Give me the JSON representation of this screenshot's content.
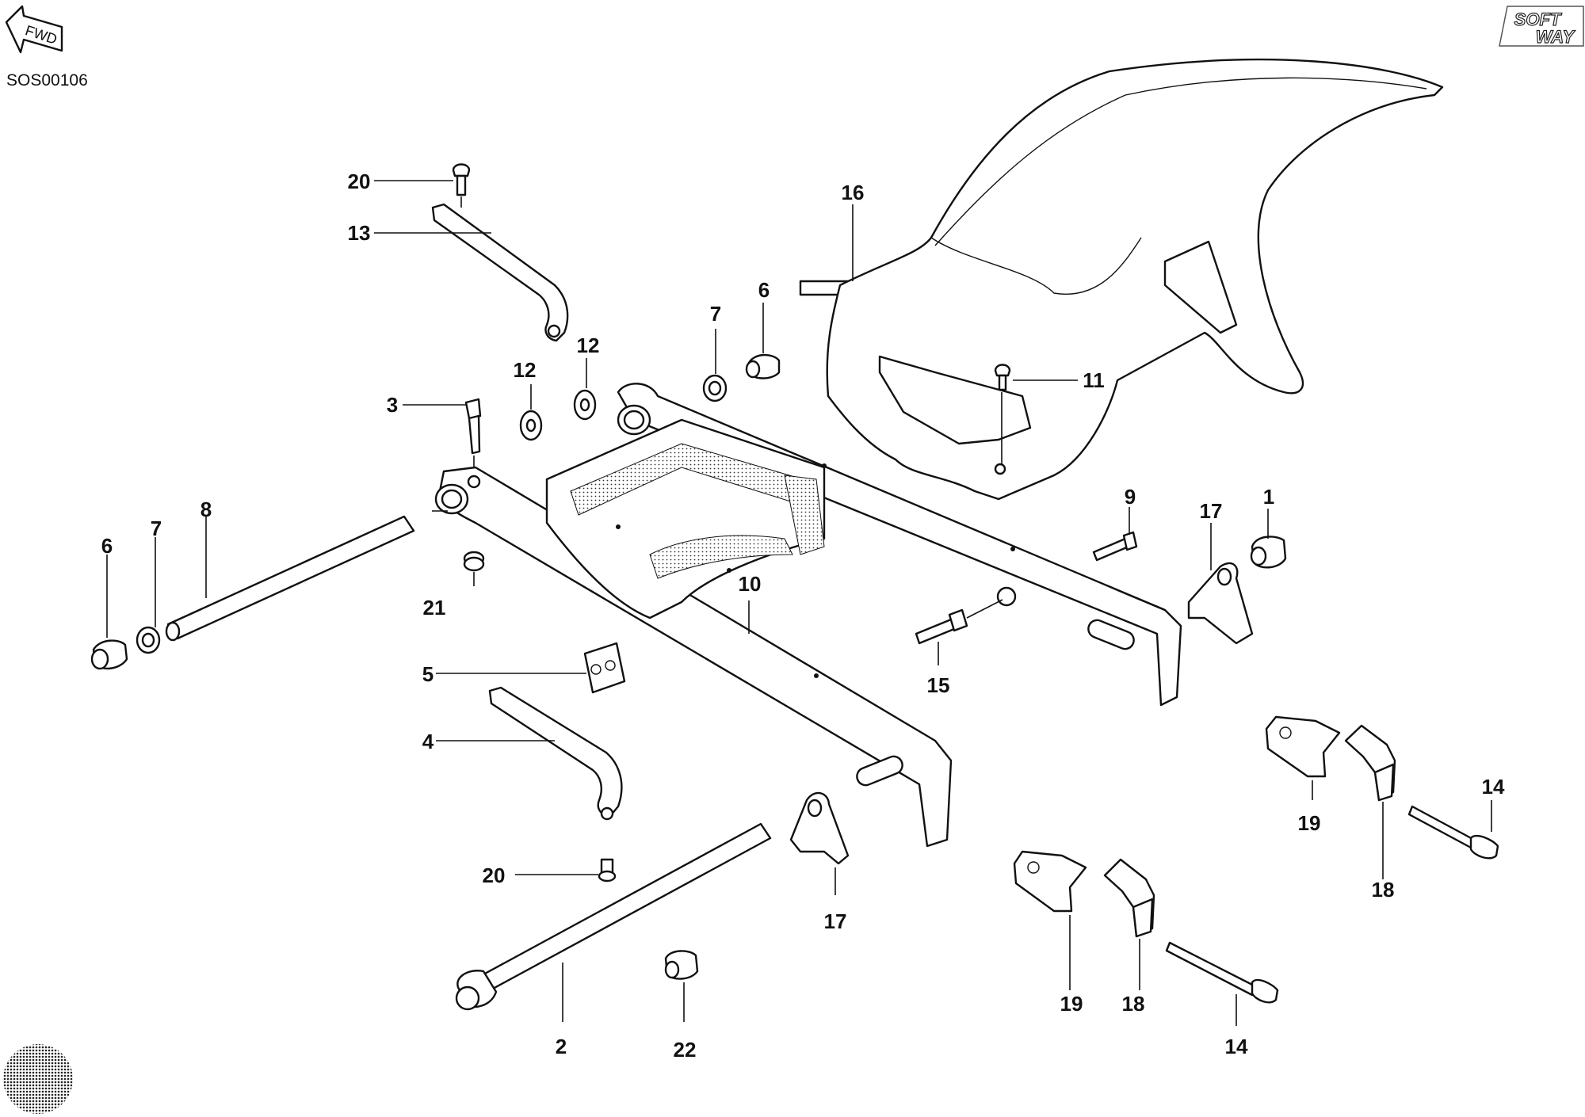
{
  "header": {
    "fwd_label": "FWD",
    "drawing_code": "SOS00106",
    "brand_top": "SOFT",
    "brand_bottom": "WAY"
  },
  "callouts": [
    {
      "id": "c-20a",
      "label": "20"
    },
    {
      "id": "c-13",
      "label": "13"
    },
    {
      "id": "c-12a",
      "label": "12"
    },
    {
      "id": "c-12b",
      "label": "12"
    },
    {
      "id": "c-7a",
      "label": "7"
    },
    {
      "id": "c-6a",
      "label": "6"
    },
    {
      "id": "c-16",
      "label": "16"
    },
    {
      "id": "c-11",
      "label": "11"
    },
    {
      "id": "c-3",
      "label": "3"
    },
    {
      "id": "c-8",
      "label": "8"
    },
    {
      "id": "c-7b",
      "label": "7"
    },
    {
      "id": "c-6b",
      "label": "6"
    },
    {
      "id": "c-21",
      "label": "21"
    },
    {
      "id": "c-10",
      "label": "10"
    },
    {
      "id": "c-9",
      "label": "9"
    },
    {
      "id": "c-17a",
      "label": "17"
    },
    {
      "id": "c-1",
      "label": "1"
    },
    {
      "id": "c-15",
      "label": "15"
    },
    {
      "id": "c-5",
      "label": "5"
    },
    {
      "id": "c-4",
      "label": "4"
    },
    {
      "id": "c-20b",
      "label": "20"
    },
    {
      "id": "c-17b",
      "label": "17"
    },
    {
      "id": "c-2",
      "label": "2"
    },
    {
      "id": "c-22",
      "label": "22"
    },
    {
      "id": "c-19a",
      "label": "19"
    },
    {
      "id": "c-18a",
      "label": "18"
    },
    {
      "id": "c-14a",
      "label": "14"
    },
    {
      "id": "c-19b",
      "label": "19"
    },
    {
      "id": "c-18b",
      "label": "18"
    },
    {
      "id": "c-14b",
      "label": "14"
    }
  ]
}
